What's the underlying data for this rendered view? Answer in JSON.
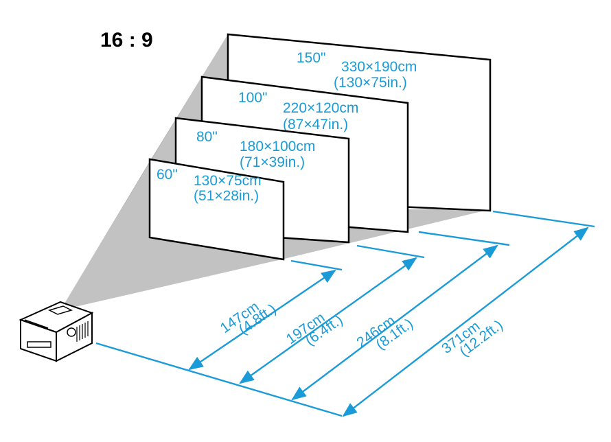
{
  "aspect_ratio": "16 : 9",
  "colors": {
    "accent": "#1a9bd7",
    "beam": "#c0c0c0",
    "screen_border": "#000000"
  },
  "screens": [
    {
      "diagonal": "60\"",
      "size_cm": "130×75cm",
      "size_in": "(51×28in.)"
    },
    {
      "diagonal": "80\"",
      "size_cm": "180×100cm",
      "size_in": "(71×39in.)"
    },
    {
      "diagonal": "100\"",
      "size_cm": "220×120cm",
      "size_in": "(87×47in.)"
    },
    {
      "diagonal": "150\"",
      "size_cm": "330×190cm",
      "size_in": "(130×75in.)"
    }
  ],
  "distances": [
    {
      "cm": "147cm",
      "ft": "(4.8ft.)"
    },
    {
      "cm": "197cm",
      "ft": "(6.4ft.)"
    },
    {
      "cm": "246cm",
      "ft": "(8.1ft.)"
    },
    {
      "cm": "371cm",
      "ft": "(12.2ft.)"
    }
  ],
  "icons": {
    "projector": "projector-icon"
  }
}
